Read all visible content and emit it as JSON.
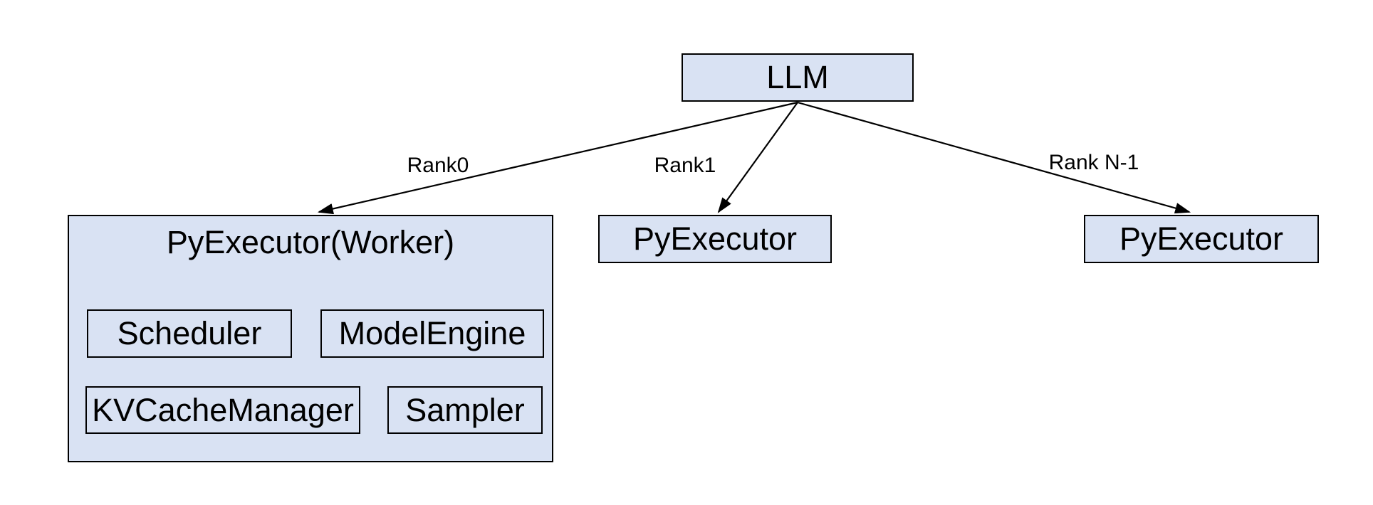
{
  "diagram": {
    "colors": {
      "background": "#ffffff",
      "node_fill": "#d9e2f3",
      "node_border": "#000000",
      "line": "#000000",
      "text": "#000000"
    },
    "nodes": {
      "llm": {
        "label": "LLM"
      },
      "worker": {
        "title": "PyExecutor(Worker)",
        "components": [
          {
            "label": "Scheduler"
          },
          {
            "label": "ModelEngine"
          },
          {
            "label": "KVCacheManager"
          },
          {
            "label": "Sampler"
          }
        ]
      },
      "executor_rank1": {
        "label": "PyExecutor"
      },
      "executor_rank_n": {
        "label": "PyExecutor"
      }
    },
    "edges": [
      {
        "label": "Rank0",
        "from": "LLM",
        "to": "PyExecutor(Worker)"
      },
      {
        "label": "Rank1",
        "from": "LLM",
        "to": "PyExecutor"
      },
      {
        "label": "Rank N-1",
        "from": "LLM",
        "to": "PyExecutor"
      }
    ]
  }
}
